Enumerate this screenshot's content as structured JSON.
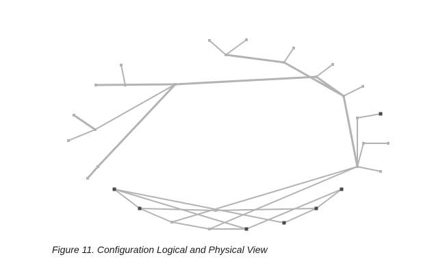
{
  "figure": {
    "caption": "Figure 11. Configuration Logical and Physical View"
  },
  "colors": {
    "link": "#b3b3b3",
    "node_dark": "#4a4a4a",
    "caption_text": "#1a1a1a",
    "background": "#ffffff"
  },
  "diagram": {
    "logical_view": {
      "node_count": 26,
      "link_count": 25
    },
    "physical_view": {
      "node_count": 9,
      "link_count": 10
    }
  }
}
